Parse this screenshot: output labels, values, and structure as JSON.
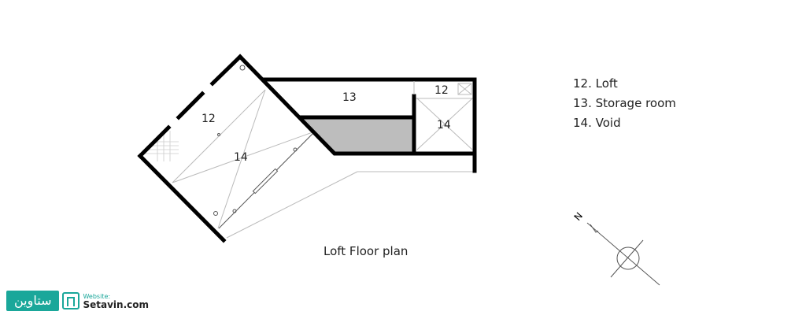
{
  "plan": {
    "room_labels": {
      "loft_main": "12",
      "void_main": "14",
      "storage": "13",
      "loft_small": "12",
      "void_small": "14"
    },
    "fill_color": "#bdbdbd",
    "wall_color": "#000000"
  },
  "legend": [
    "12. Loft",
    "13. Storage room",
    "14. Void"
  ],
  "caption": "Loft Floor plan",
  "compass": {
    "north_label": "N"
  },
  "logo": {
    "farsi": "ستاوین",
    "website_label": "Website:",
    "website": "Setavin.com"
  }
}
